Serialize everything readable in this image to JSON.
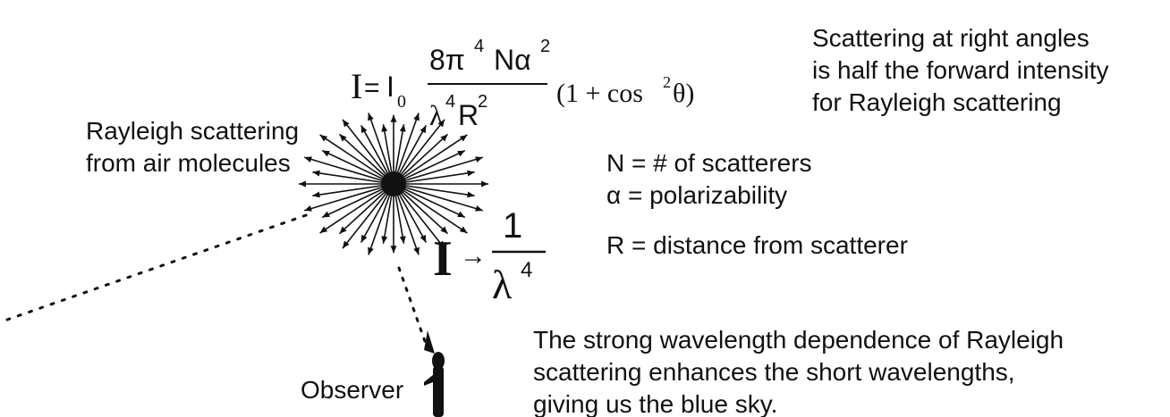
{
  "formula": {
    "lhs": "I",
    "equals": "=",
    "i0_base": "I",
    "i0_sub": "0",
    "numerator": {
      "coef": "8π",
      "exp": "4",
      "n_alpha": "Nα",
      "alpha_exp": "2"
    },
    "denominator": {
      "lambda": "λ",
      "lambda_exp": "4",
      "r": "R",
      "r_exp": "2"
    },
    "factor": {
      "open": "(1 + cos",
      "cos_exp": "2",
      "close": "θ)"
    }
  },
  "note_right_angle": [
    "Scattering at right angles",
    "is half the forward intensity",
    "for Rayleigh scattering"
  ],
  "source_label": [
    "Rayleigh scattering",
    "from air molecules"
  ],
  "legend": {
    "n_def": "N = # of scatterers",
    "alpha_def": "α  = polarizability",
    "r_def": "R = distance from scatterer"
  },
  "proportionality": {
    "symbol": "I",
    "arrow": "→",
    "numerator": "1",
    "denominator": "λ",
    "exp": "4"
  },
  "note_blue_sky": [
    "The strong wavelength dependence of Rayleigh",
    "scattering enhances the short wavelengths,",
    "giving us the blue sky."
  ],
  "observer_label": "Observer",
  "colors": {
    "ink": "#111111",
    "background": "#ffffff"
  }
}
